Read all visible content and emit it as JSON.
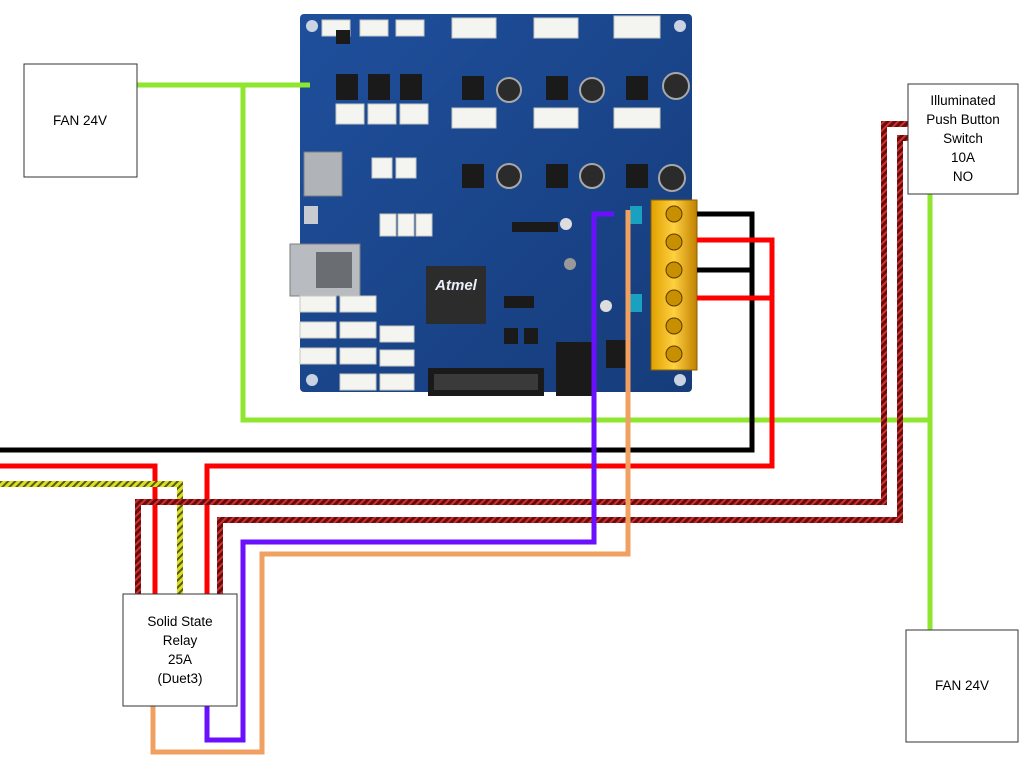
{
  "components": {
    "fan_left": {
      "label_lines": [
        "FAN 24V"
      ]
    },
    "fan_right": {
      "label_lines": [
        "FAN 24V"
      ]
    },
    "switch": {
      "label_lines": [
        "Illuminated",
        "Push Button",
        "Switch",
        "10A",
        "NO"
      ]
    },
    "relay": {
      "label_lines": [
        "Solid State",
        "Relay",
        "25A",
        "(Duet3)"
      ]
    },
    "board": {
      "chip_label": "Atmel"
    }
  },
  "wire_colors": {
    "black": "#000000",
    "red": "#ff0000",
    "lime": "#8ee62e",
    "purple": "#6b0fff",
    "orange": "#f0a060",
    "dark_red": "#6a0c0c",
    "yellow": "#e8e82a"
  }
}
